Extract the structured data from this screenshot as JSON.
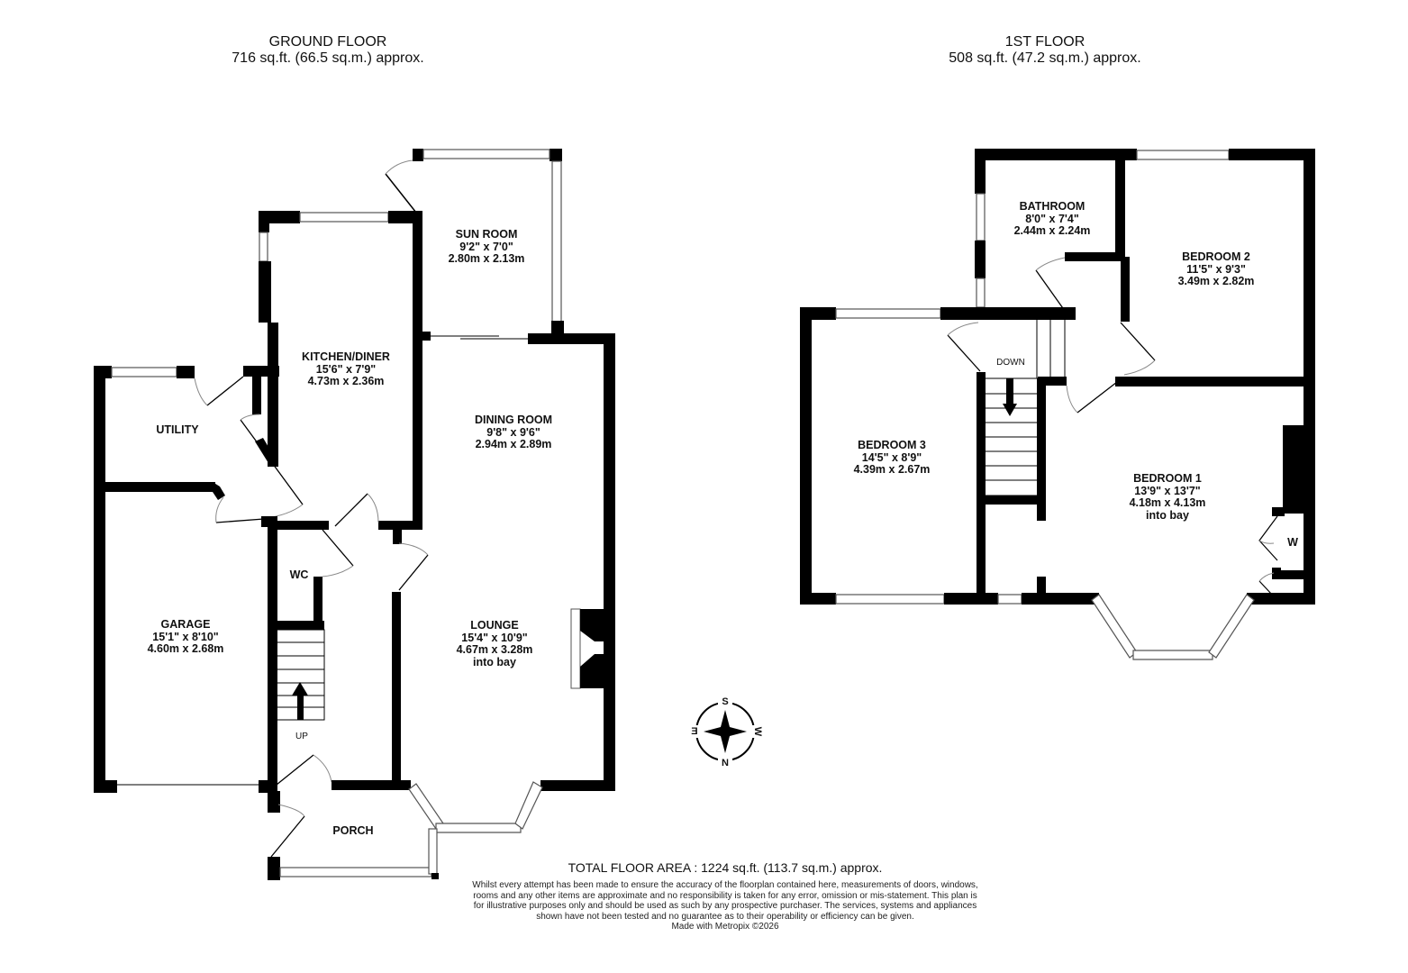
{
  "floors": [
    {
      "name": "GROUND FLOOR",
      "area": "716 sq.ft. (66.5 sq.m.) approx."
    },
    {
      "name": "1ST FLOOR",
      "area": "508 sq.ft. (47.2 sq.m.) approx."
    }
  ],
  "ground_floor_rooms": {
    "sun_room": {
      "name": "SUN ROOM",
      "imperial": "9'2\"  x 7'0\"",
      "metric": "2.80m  x 2.13m"
    },
    "kitchen": {
      "name": "KITCHEN/DINER",
      "imperial": "15'6\"  x 7'9\"",
      "metric": "4.73m  x 2.36m"
    },
    "dining": {
      "name": "DINING ROOM",
      "imperial": "9'8\"  x 9'6\"",
      "metric": "2.94m  x 2.89m"
    },
    "utility": {
      "name": "UTILITY"
    },
    "garage": {
      "name": "GARAGE",
      "imperial": "15'1\"  x 8'10\"",
      "metric": "4.60m  x 2.68m"
    },
    "wc": {
      "name": "WC"
    },
    "lounge": {
      "name": "LOUNGE",
      "imperial": "15'4\"  x 10'9\"",
      "metric": "4.67m  x 3.28m",
      "note": "into bay"
    },
    "porch": {
      "name": "PORCH"
    },
    "stairs_label": "UP"
  },
  "first_floor_rooms": {
    "bathroom": {
      "name": "BATHROOM",
      "imperial": "8'0\"  x 7'4\"",
      "metric": "2.44m  x 2.24m"
    },
    "bedroom2": {
      "name": "BEDROOM 2",
      "imperial": "11'5\"  x 9'3\"",
      "metric": "3.49m  x 2.82m"
    },
    "bedroom3": {
      "name": "BEDROOM 3",
      "imperial": "14'5\"  x 8'9\"",
      "metric": "4.39m  x 2.67m"
    },
    "bedroom1": {
      "name": "BEDROOM 1",
      "imperial": "13'9\"  x 13'7\"",
      "metric": "4.18m  x 4.13m",
      "note": "into bay"
    },
    "wardrobe": "W",
    "stairs_label": "DOWN"
  },
  "compass": {
    "top": "S",
    "bottom": "N",
    "left": "E",
    "right": "W"
  },
  "footer": {
    "total": "TOTAL FLOOR AREA : 1224 sq.ft. (113.7 sq.m.) approx.",
    "disclaimer": "Whilst every attempt has been made to ensure the accuracy of the floorplan contained here, measurements of doors, windows, rooms and any other items are approximate and no responsibility is taken for any error, omission or mis-statement. This plan is for illustrative purposes only and should be used as such by any prospective purchaser. The services, systems and appliances shown have not been tested and no guarantee as to their operability or efficiency can be given.",
    "credit": "Made with Metropix ©2026"
  }
}
